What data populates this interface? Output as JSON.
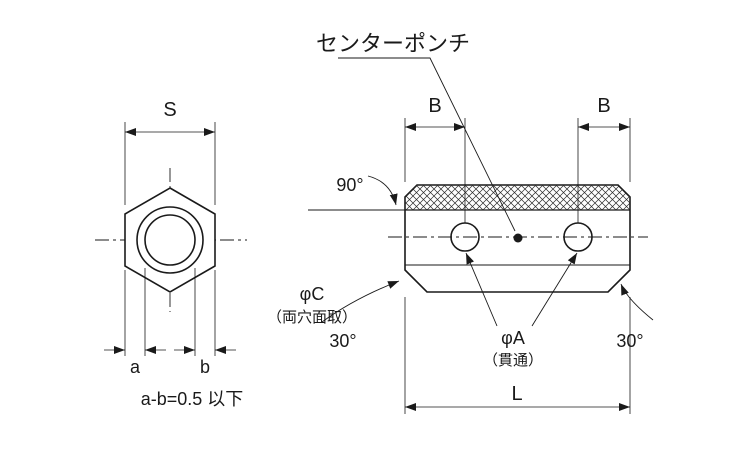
{
  "colors": {
    "background": "#ffffff",
    "line": "#1a1a1a"
  },
  "front_view": {
    "width_across_flats_label": "S",
    "a_label": "a",
    "b_label": "b",
    "tolerance_note": "a-b=0.5 以下"
  },
  "side_view": {
    "center_punch_label": "センターポンチ",
    "hole_offset_left_label": "B",
    "hole_offset_right_label": "B",
    "punch_angle_label": "90°",
    "hole_chamfer_dia_label": "φC",
    "hole_chamfer_note": "（両穴面取）",
    "hole_dia_label": "φA",
    "hole_dia_note": "（貫通）",
    "chamfer_angle_left_label": "30°",
    "chamfer_angle_right_label": "30°",
    "length_label": "L"
  }
}
